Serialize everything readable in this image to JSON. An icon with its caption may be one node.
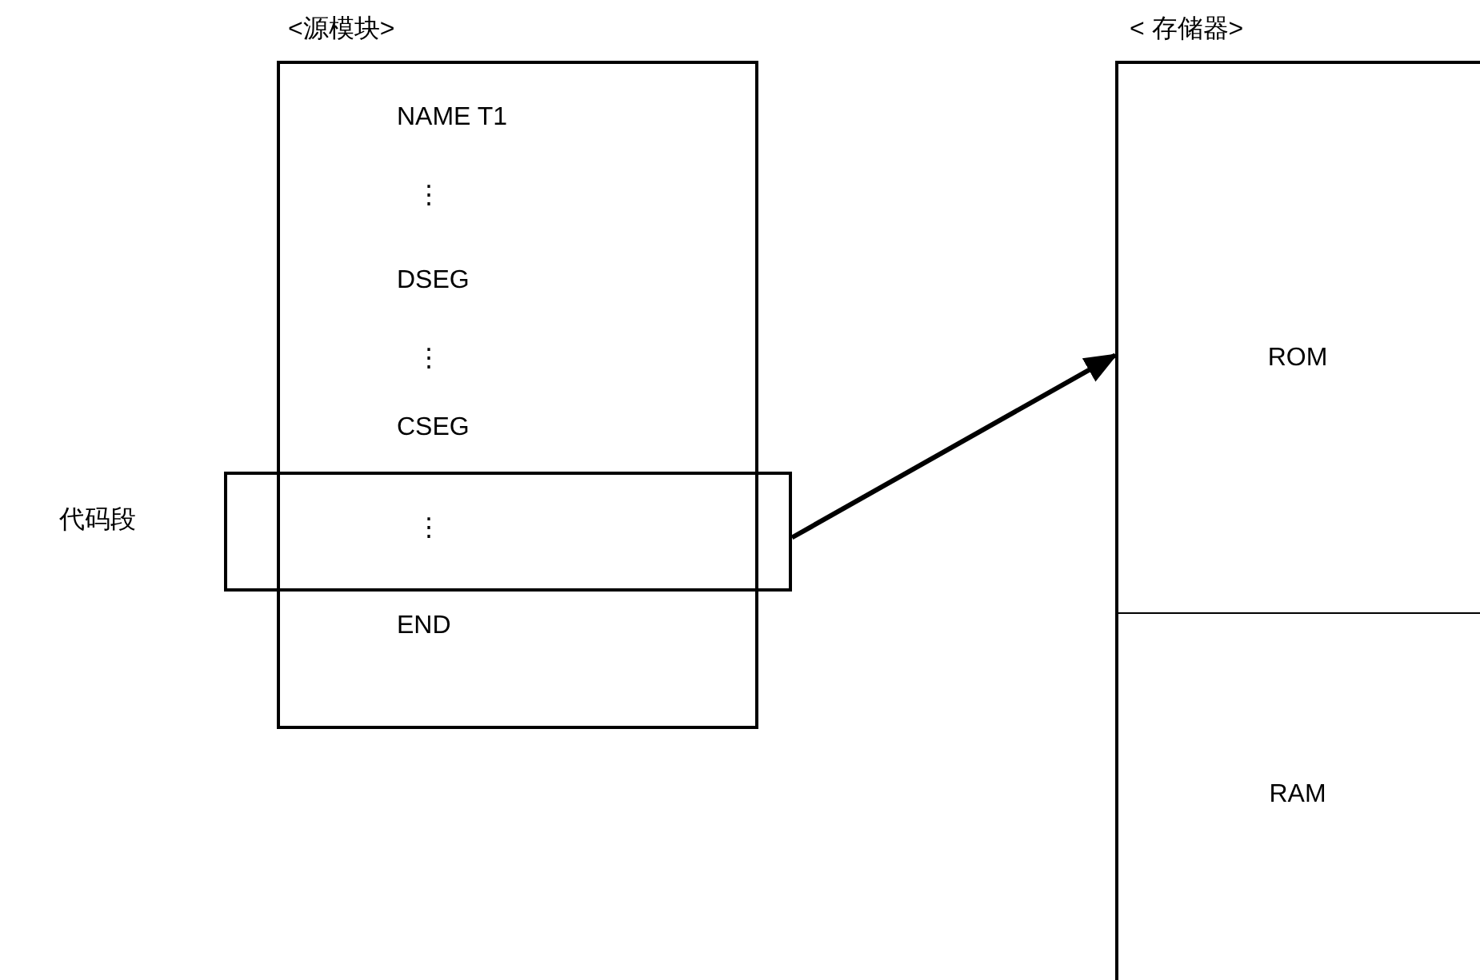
{
  "diagram": {
    "nodes": [
      {
        "text": [
          "<源模块>",
          "NAME T1",
          "⋮",
          "DSEG",
          "⋮",
          "CSEG",
          "END"
        ]
      },
      {
        "text": [
          "⋮"
        ],
        "beside": [
          "代码段"
        ]
      },
      {
        "text": [
          "< 存储器>"
        ]
      },
      {
        "text": [
          "ROM"
        ],
        "in": 2
      },
      {
        "text": [
          "RAM"
        ],
        "in": 2
      }
    ],
    "edges": [
      {
        "from": 1,
        "to": 3,
        "arrow": "to"
      }
    ]
  }
}
